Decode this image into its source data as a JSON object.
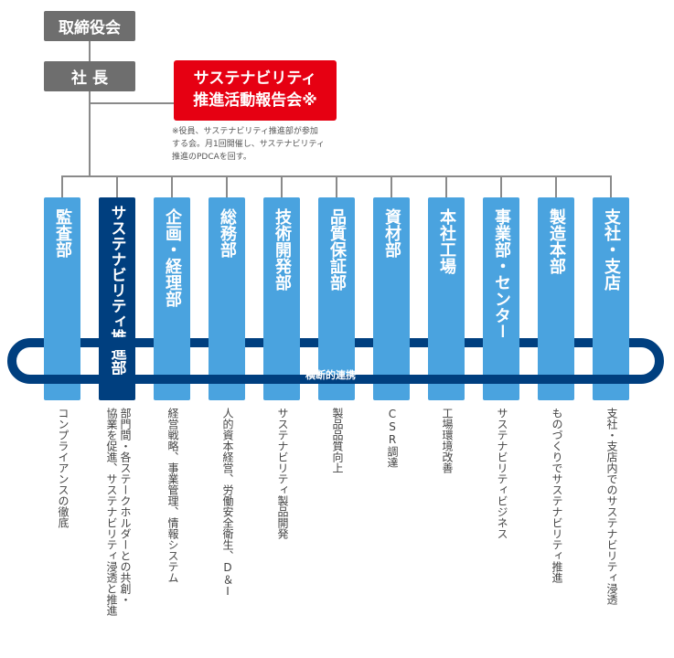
{
  "top": {
    "board": "取締役会",
    "president": "社 長",
    "committee_line1": "サステナビリティ",
    "committee_line2": "推進活動報告会※",
    "note_line1": "※役員、サステナビリティ推進部が参加",
    "note_line2": "する会。月1回開催し、サステナビリティ",
    "note_line3": "推進のPDCAを回す。"
  },
  "loop_label": "横断的連携",
  "colors": {
    "light_blue": "#4aa3df",
    "dark_blue": "#003f7f",
    "red": "#e60012",
    "gray": "#6e6e6e"
  },
  "departments": [
    {
      "name": "監査部",
      "desc": [
        "コンプライアンスの徹底"
      ]
    },
    {
      "name": "サステナビリティ推進部",
      "desc": [
        "部門間・各ステークホルダーとの共創・",
        "協業を促進、サステナビリティ浸透と推進"
      ]
    },
    {
      "name": "企画・経理部",
      "desc": [
        "経営戦略、事業管理、情報システム"
      ]
    },
    {
      "name": "総務部",
      "desc": [
        "人的資本経営、労働安全衛生、D＆I"
      ]
    },
    {
      "name": "技術開発部",
      "desc": [
        "サステナビリティ製品開発"
      ]
    },
    {
      "name": "品質保証部",
      "desc": [
        "製品品質向上"
      ]
    },
    {
      "name": "資材部",
      "desc": [
        "CSR調達"
      ]
    },
    {
      "name": "本社工場",
      "desc": [
        "工場環境改善"
      ]
    },
    {
      "name": "事業部・センター",
      "desc": [
        "サステナビリティビジネス"
      ]
    },
    {
      "name": "製造本部",
      "desc": [
        "ものづくりでサステナビリティ推進"
      ]
    },
    {
      "name": "支社・支店",
      "desc": [
        "支社・支店内でのサステナビリティ浸透"
      ]
    }
  ]
}
